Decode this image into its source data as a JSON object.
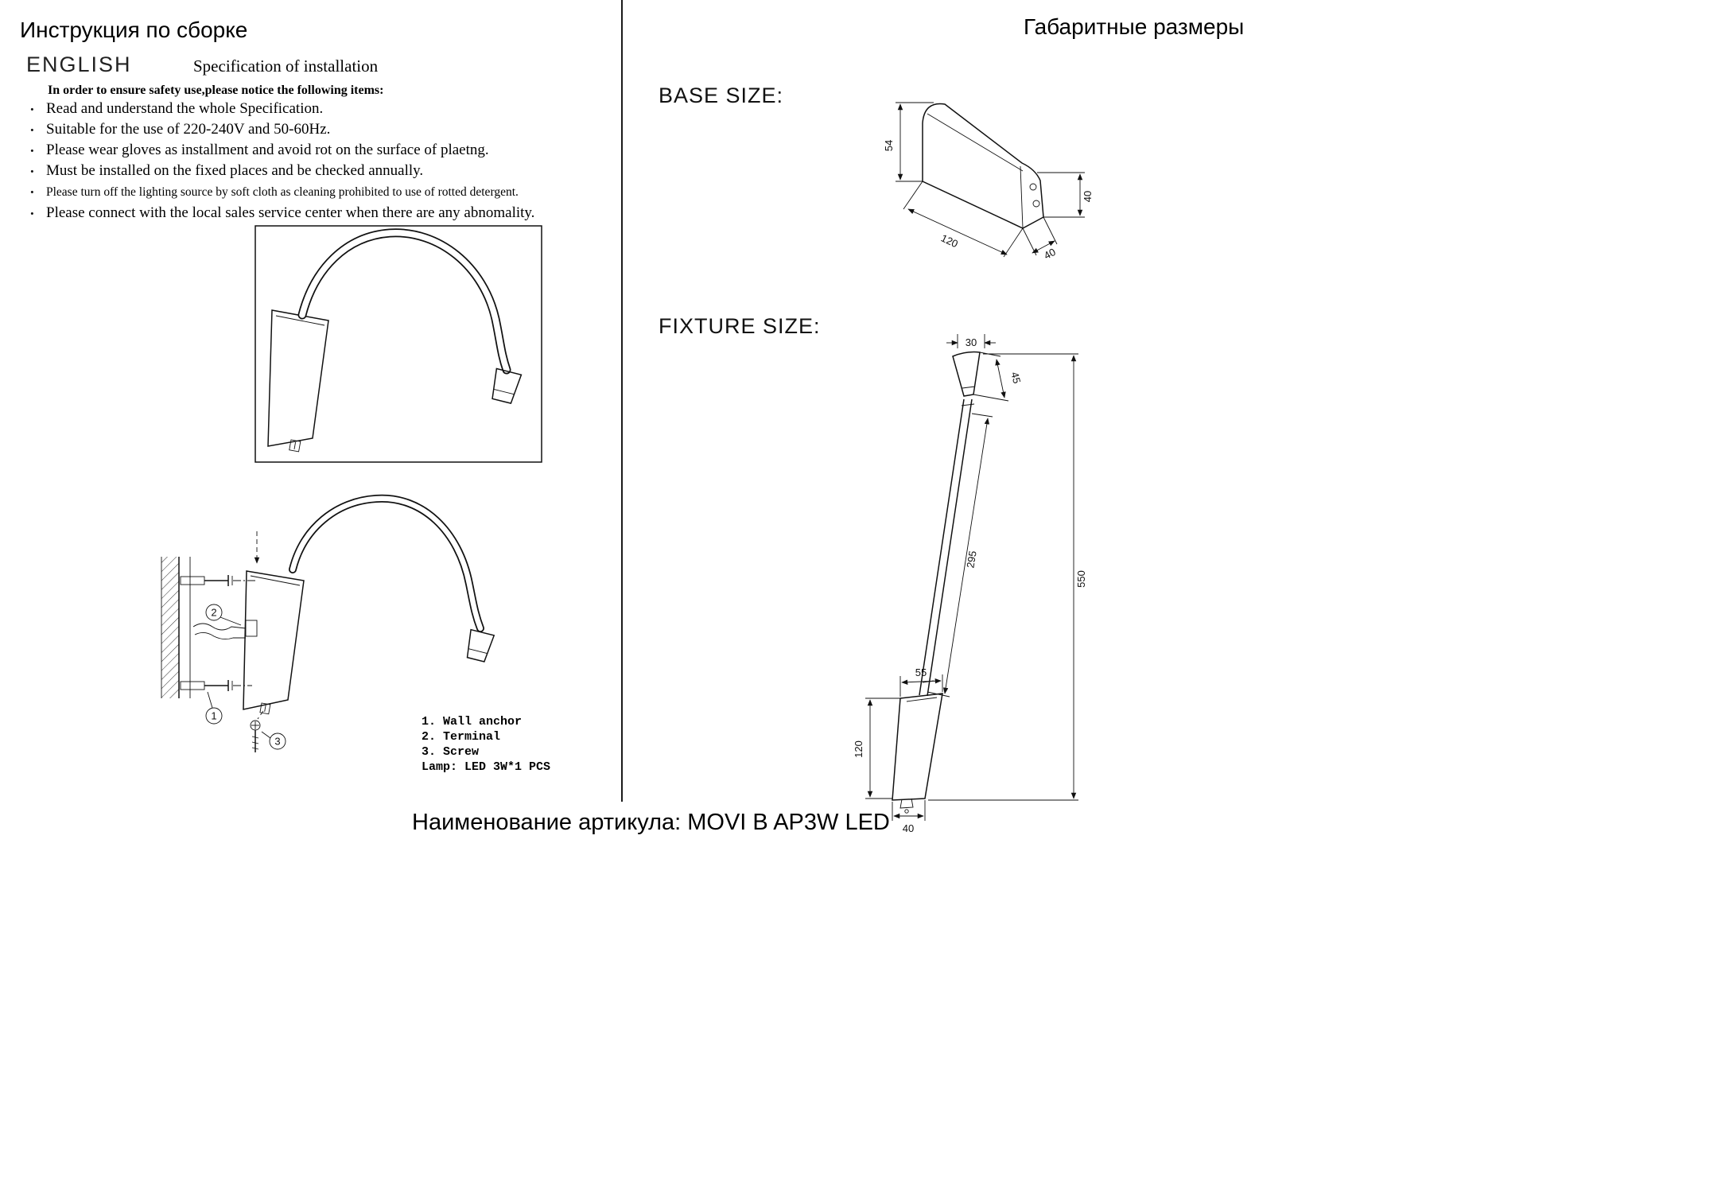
{
  "left": {
    "title": "Инструкция по сборке",
    "lang_heading": "ENGLISH",
    "spec_heading": "Specification of installation",
    "intro": "In order to ensure safety use,please notice the following items:",
    "bullets": [
      "Read and understand the whole Specification.",
      "Suitable for the use of 220-240V and 50-60Hz.",
      "Please wear gloves as installment and avoid rot on the surface of plaetng.",
      "Must be installed on the fixed places and be checked annually.",
      "Please turn off the lighting source by soft cloth as cleaning prohibited to use of rotted detergent.",
      "Please connect with the local sales service center when there are any abnomality."
    ],
    "callouts": {
      "one": "1",
      "two": "2",
      "three": "3"
    },
    "parts_list": [
      "1. Wall anchor",
      "2. Terminal",
      "3. Screw",
      "Lamp: LED 3W*1 PCS"
    ]
  },
  "right": {
    "title": "Габаритные размеры",
    "base_size_label": "BASE SIZE:",
    "fixture_size_label": "FIXTURE SIZE:",
    "base_dims": {
      "height": "54",
      "end_height": "40",
      "length": "120",
      "width": "40"
    },
    "fixture_dims": {
      "head_width": "30",
      "head_length": "45",
      "tube_length": "295",
      "total_height": "550",
      "base_top_width": "55",
      "base_height": "120",
      "base_bottom_width": "40"
    }
  },
  "footer": {
    "article": "Наименование артикула: MOVI B AP3W LED"
  }
}
